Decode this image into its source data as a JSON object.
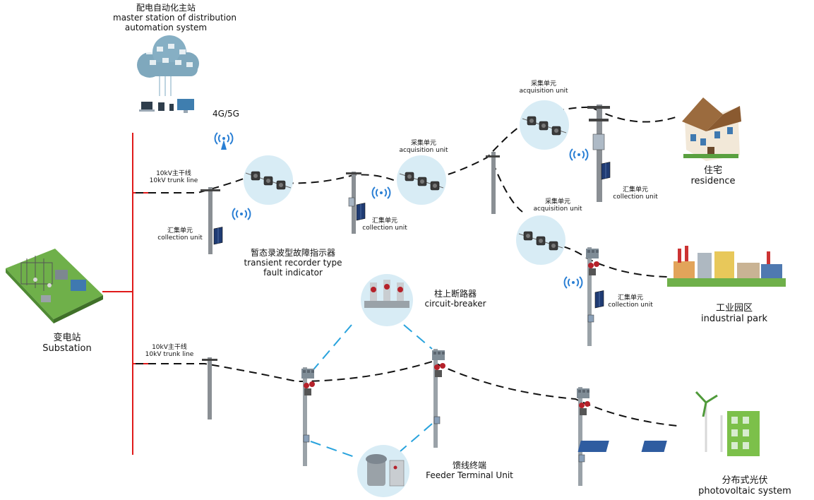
{
  "master_station": {
    "zh": "配电自动化主站",
    "en1": "master station of distribution",
    "en2": "automation system"
  },
  "network": {
    "label": "4G/5G"
  },
  "substation": {
    "zh": "变电站",
    "en": "Substation"
  },
  "trunk_line_1": {
    "zh": "10kV主干线",
    "en": "10kV trunk line"
  },
  "trunk_line_2": {
    "zh": "10kV主干线",
    "en": "10kV trunk line"
  },
  "collection_units": [
    {
      "zh": "汇集单元",
      "en": "collection unit"
    },
    {
      "zh": "汇集单元",
      "en": "collection unit"
    },
    {
      "zh": "汇集单元",
      "en": "collection unit"
    },
    {
      "zh": "汇集单元",
      "en": "collection unit"
    }
  ],
  "acquisition_units": [
    {
      "zh": "采集单元",
      "en": "acquisition unit"
    },
    {
      "zh": "采集单元",
      "en": "acquisition unit"
    },
    {
      "zh": "采集单元",
      "en": "acquisition unit"
    }
  ],
  "fault_indicator": {
    "zh": "暂态录波型故障指示器",
    "en1": "transient recorder type",
    "en2": "fault indicator"
  },
  "circuit_breaker": {
    "zh": "柱上断路器",
    "en": "circuit-breaker"
  },
  "feeder_terminal": {
    "zh": "馈线终端",
    "en": "Feeder Terminal Unit"
  },
  "residence": {
    "zh": "住宅",
    "en": "residence"
  },
  "industrial_park": {
    "zh": "工业园区",
    "en": "industrial park"
  },
  "pv_system": {
    "zh": "分布式光伏",
    "en": "photovoltaic system"
  },
  "colors": {
    "bus": "#e01a1a",
    "dash_line": "#111111",
    "wireless": "#2a7fd4",
    "bubble": "#d8ecf5",
    "link": "#29a3dd"
  }
}
